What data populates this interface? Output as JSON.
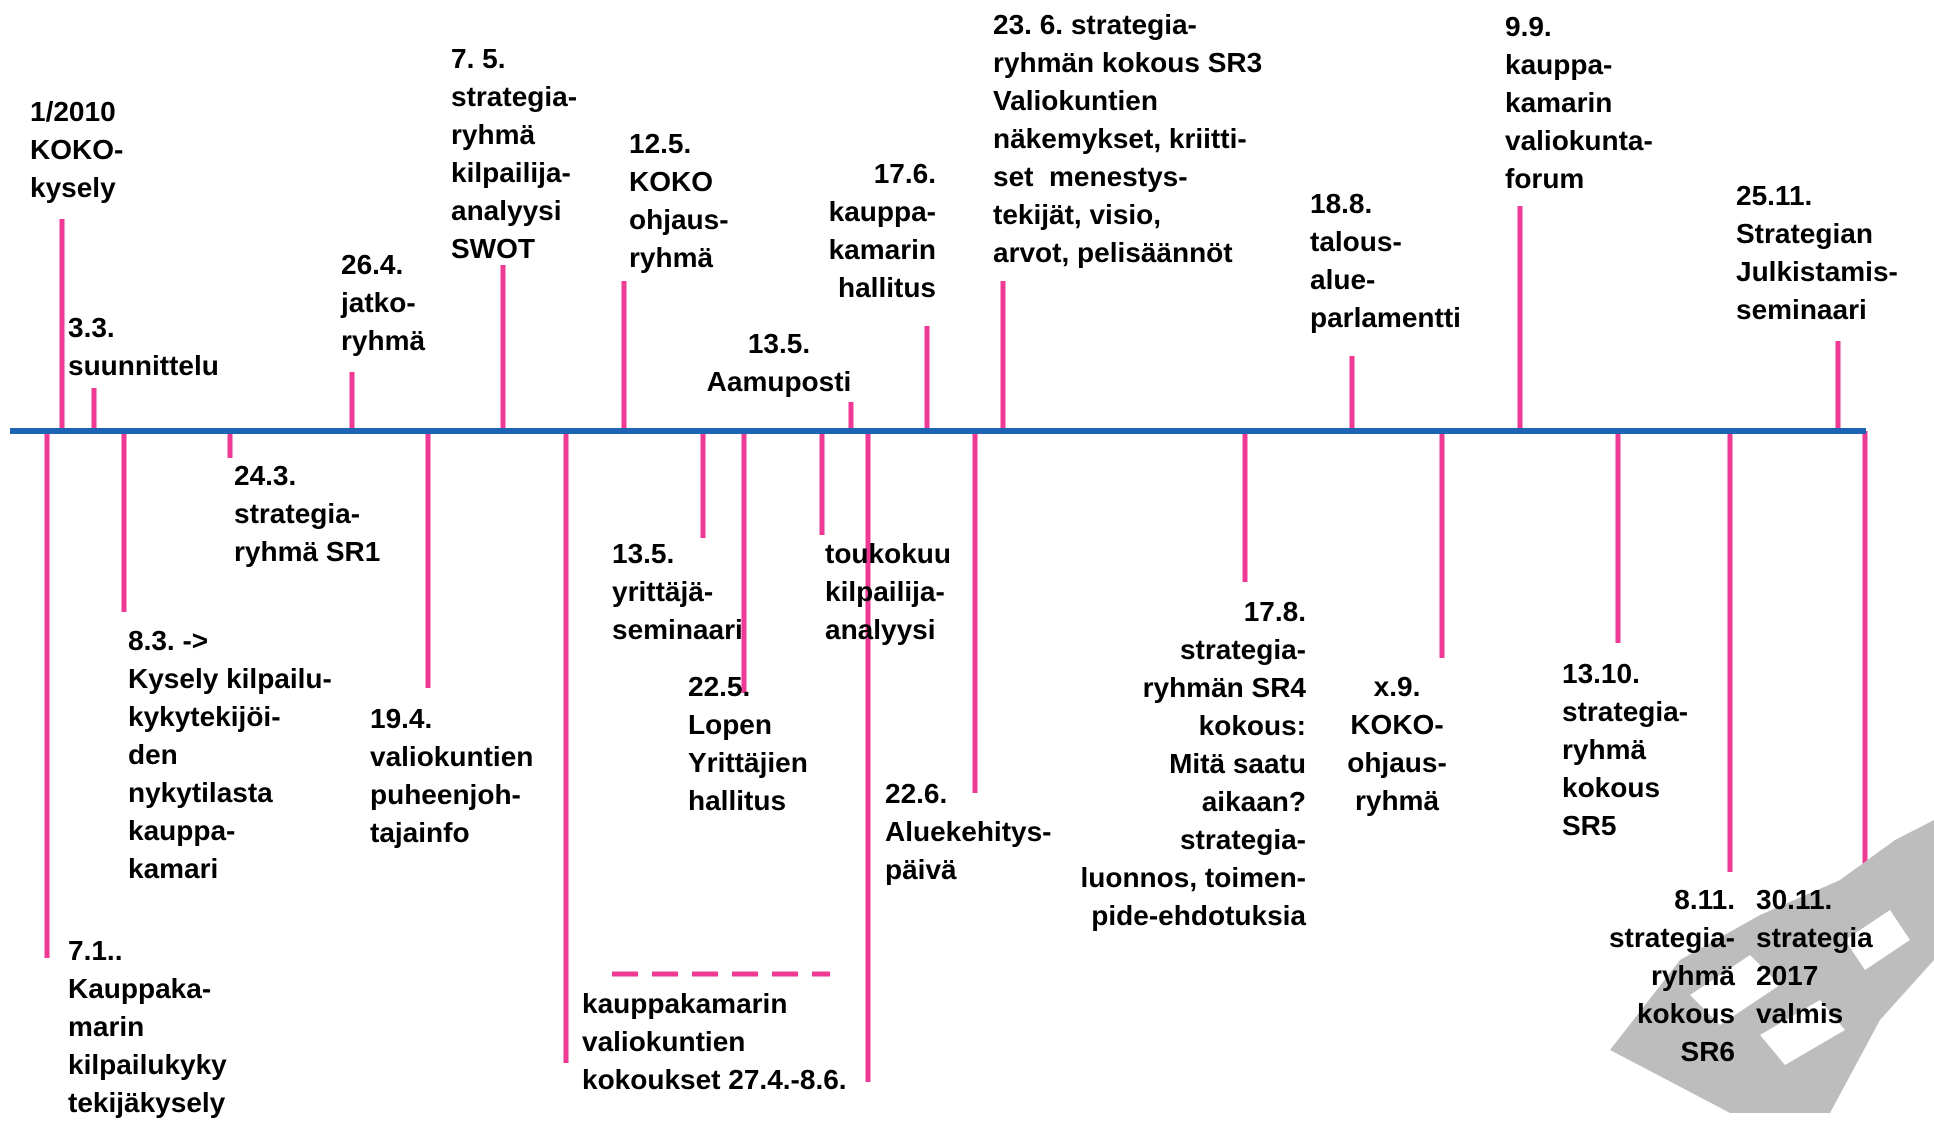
{
  "colors": {
    "axis": "#1e64b4",
    "tick": "#ee3a95",
    "text": "#000000",
    "logo": "#bdbdbd"
  },
  "events_above": [
    {
      "id": "e1",
      "text": "1/2010\nKOKO-\nkysely"
    },
    {
      "id": "e2",
      "text": "3.3.\nsuunnittelu"
    },
    {
      "id": "e3",
      "text": "26.4.\njatko-\nryhmä"
    },
    {
      "id": "e4",
      "text": "7. 5.\nstrategia-\nryhmä\nkilpailija-\nanalyysi\nSWOT"
    },
    {
      "id": "e5",
      "text": "12.5.\nKOKO\nohjaus-\nryhmä"
    },
    {
      "id": "e6",
      "text": "13.5.\nAamuposti"
    },
    {
      "id": "e7",
      "text": "17.6.\nkauppa-\nkamarin\nhallitus"
    },
    {
      "id": "e8",
      "text": "23. 6. strategia-\nryhmän kokous SR3\nValiokuntien\nnäkemykset, kriitti-\nset  menestys-\ntekijät, visio,\narvot, pelisäännöt"
    },
    {
      "id": "e9",
      "text": "18.8.\ntalous-\nalue-\nparlamentti"
    },
    {
      "id": "e10",
      "text": "9.9.\nkauppa-\nkamarin\nvaliokunta-\nforum"
    },
    {
      "id": "e11",
      "text": "25.11.\nStrategian\nJulkistamis-\nseminaari"
    }
  ],
  "events_below": [
    {
      "id": "b1",
      "text": "7.1..\nKauppaka-\nmarin\nkilpailukyky\ntekijäkysely"
    },
    {
      "id": "b2",
      "text": "8.3. ->\nKysely kilpailu-\nkykytekijöi-\nden\nnykytilasta\nkauppa-\nkamari"
    },
    {
      "id": "b3",
      "text": "24.3.\nstrategia-\nryhmä SR1"
    },
    {
      "id": "b4",
      "text": "19.4.\nvaliokuntien\npuheenjoh-\ntajainfo"
    },
    {
      "id": "b5",
      "text": "kauppakamarin\nvaliokuntien\nkokoukset 27.4.-8.6."
    },
    {
      "id": "b6",
      "text": "13.5.\nyrittäjä-\nseminaari"
    },
    {
      "id": "b7",
      "text": "22.5.\nLopen\nYrittäjien\nhallitus"
    },
    {
      "id": "b8",
      "text": "toukokuu\nkilpailija-\nanalyysi"
    },
    {
      "id": "b9",
      "text": "22.6.\nAluekehitys-\npäivä"
    },
    {
      "id": "b10",
      "text": "17.8.\nstrategia-\nryhmän SR4\nkokous:\nMitä saatu\naikaan?\nstrategia-\nluonnos, toimen-\npide-ehdotuksia"
    },
    {
      "id": "b11",
      "text": "x.9.\nKOKO-\nohjaus-\nryhmä"
    },
    {
      "id": "b12",
      "text": "13.10.\nstrategia-\nryhmä\nkokous\nSR5"
    },
    {
      "id": "b13",
      "text": "8.11.\nstrategia-\nryhmä\nkokous\nSR6"
    },
    {
      "id": "b14",
      "text": "30.11.\nstrategia\n2017\nvalmis"
    }
  ]
}
